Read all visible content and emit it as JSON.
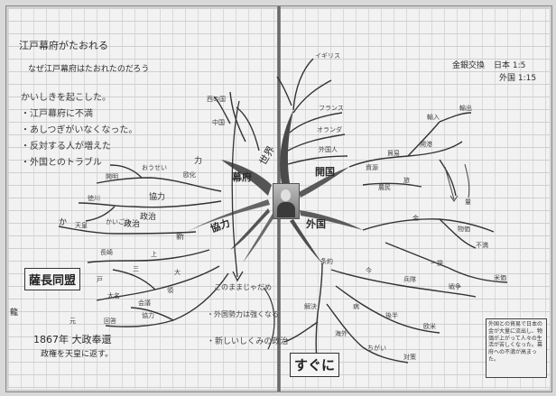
{
  "page_title": "江戸幕府がたおれる",
  "question": "なぜ江戸幕府はたおれたのだろう",
  "notes": [
    "かいしきを起こした。",
    "・江戸幕府に不満",
    "・あしつぎがいなくなった。",
    "・反対する人が増えた",
    "・外国とのトラブル"
  ],
  "center_labels": {
    "bakufu": "幕府",
    "sekai": "世界",
    "kaikoku": "開国",
    "gaikoku": "外国",
    "kyoryoku": "協力",
    "seiji": "政治"
  },
  "left_branches": {
    "ousei": "おうせい",
    "kenkou": "欧化",
    "chikara": "力",
    "kyoryoku2": "協力",
    "kaimei": "開明",
    "tokugawa": "徳川",
    "kaigou": "かいごう",
    "seiji2": "政治",
    "shin": "新",
    "ka": "か",
    "tennou": "天皇",
    "kami": "上",
    "nagasaki": "長崎",
    "dai": "大名",
    "kaigi": "会議",
    "tai": "大",
    "ko": "戸",
    "san": "三",
    "rei": "領",
    "kyou": "協力",
    "kaitou": "回答",
    "gen": "元"
  },
  "top_branches": {
    "t1": "西の国",
    "t2": "中国",
    "t3": "イギリス",
    "t4": "フランス",
    "t5": "オランダ",
    "t6": "外国人"
  },
  "right_branches": {
    "r_shigen": "資源",
    "r_boueki": "貿易",
    "r_kaikou": "開港",
    "r_yunyu": "輸入",
    "r_yushutsu": "輸出",
    "r_tabi": "旅",
    "r_nou": "農民",
    "r_kin": "金",
    "r_bukka": "物価",
    "r_fuman": "不満",
    "r_ikki": "一揆",
    "r_kome": "米価",
    "r_ryou": "量"
  },
  "lower_branches": {
    "l_jouyaku": "条約",
    "l_ima": "今",
    "l_heitai": "兵隊",
    "l_sensou": "戦争",
    "l_byou": "病",
    "l_kouhan": "後半",
    "l_ou": "欧米",
    "l_kaigai": "海外",
    "l_chigai": "ちがい",
    "l_taisaku": "対策",
    "l_kaiketsu": "解決"
  },
  "exchange_rate": {
    "title": "金銀交換",
    "japan": "日本 1:5",
    "foreign": "外国 1:15"
  },
  "boxed_left": "薩長同盟",
  "boxed_right": "すぐに",
  "bottom_note": {
    "year_line": "1867年 大政奉還",
    "return_line": "政権を天皇に返す。",
    "side_label": "龍"
  },
  "center_note": {
    "heading": "このままじゃだめ",
    "line1": "・外国勢力は強くなる",
    "line2": "・新しいしくみの政治"
  },
  "corner_note": "外国との貿易で日本の金が大量に流出し、物価が上がって人々の生活が苦しくなった。幕府への不満が高まった。"
}
